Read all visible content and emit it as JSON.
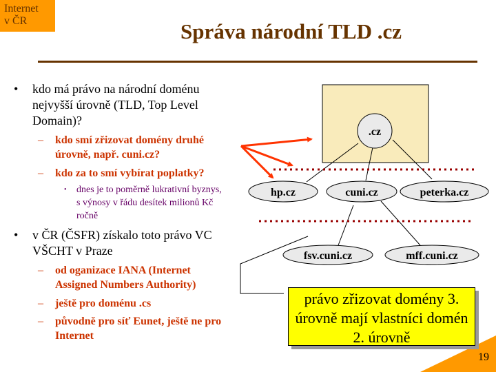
{
  "corner_label": {
    "line1": "Internet",
    "line2": "v ČR"
  },
  "title": "Správa národní TLD .cz",
  "bullets": [
    {
      "text": "kdo má právo na národní doménu nejvyšší úrovně (TLD, Top Level Domain)?",
      "sub": [
        {
          "text": "kdo smí zřizovat domény druhé úrovně, např. cuni.cz?"
        },
        {
          "text": "kdo za to smí vybírat poplatky?",
          "sub": [
            {
              "text": "dnes je to poměrně lukrativní byznys, s výnosy v řádu desítek milionů Kč ročně"
            }
          ]
        }
      ]
    },
    {
      "text": "v ČR (ČSFR) získalo toto právo VC VŠCHT v Praze",
      "sub": [
        {
          "text": "od oganizace IANA (Internet Assigned Numbers Authority)"
        },
        {
          "text": "ještě pro doménu .cs"
        },
        {
          "text": "původně pro síť Eunet, ještě ne pro Internet"
        }
      ]
    }
  ],
  "diagram": {
    "root": ".cz",
    "level2": [
      "hp.cz",
      "cuni.cz",
      "peterka.cz"
    ],
    "level3": [
      "fsv.cuni.cz",
      "mff.cuni.cz"
    ]
  },
  "callout": "právo zřizovat domény 3. úrovně mají vlastníci domén 2. úrovně",
  "page_number": "19",
  "colors": {
    "accent": "#FF9900",
    "title": "#663300",
    "sub": "#CC3300",
    "subsub": "#660066",
    "box": "#F9EBBB",
    "callout": "#FFFF00",
    "dots": "#990000",
    "arrow": "#FF3300"
  }
}
